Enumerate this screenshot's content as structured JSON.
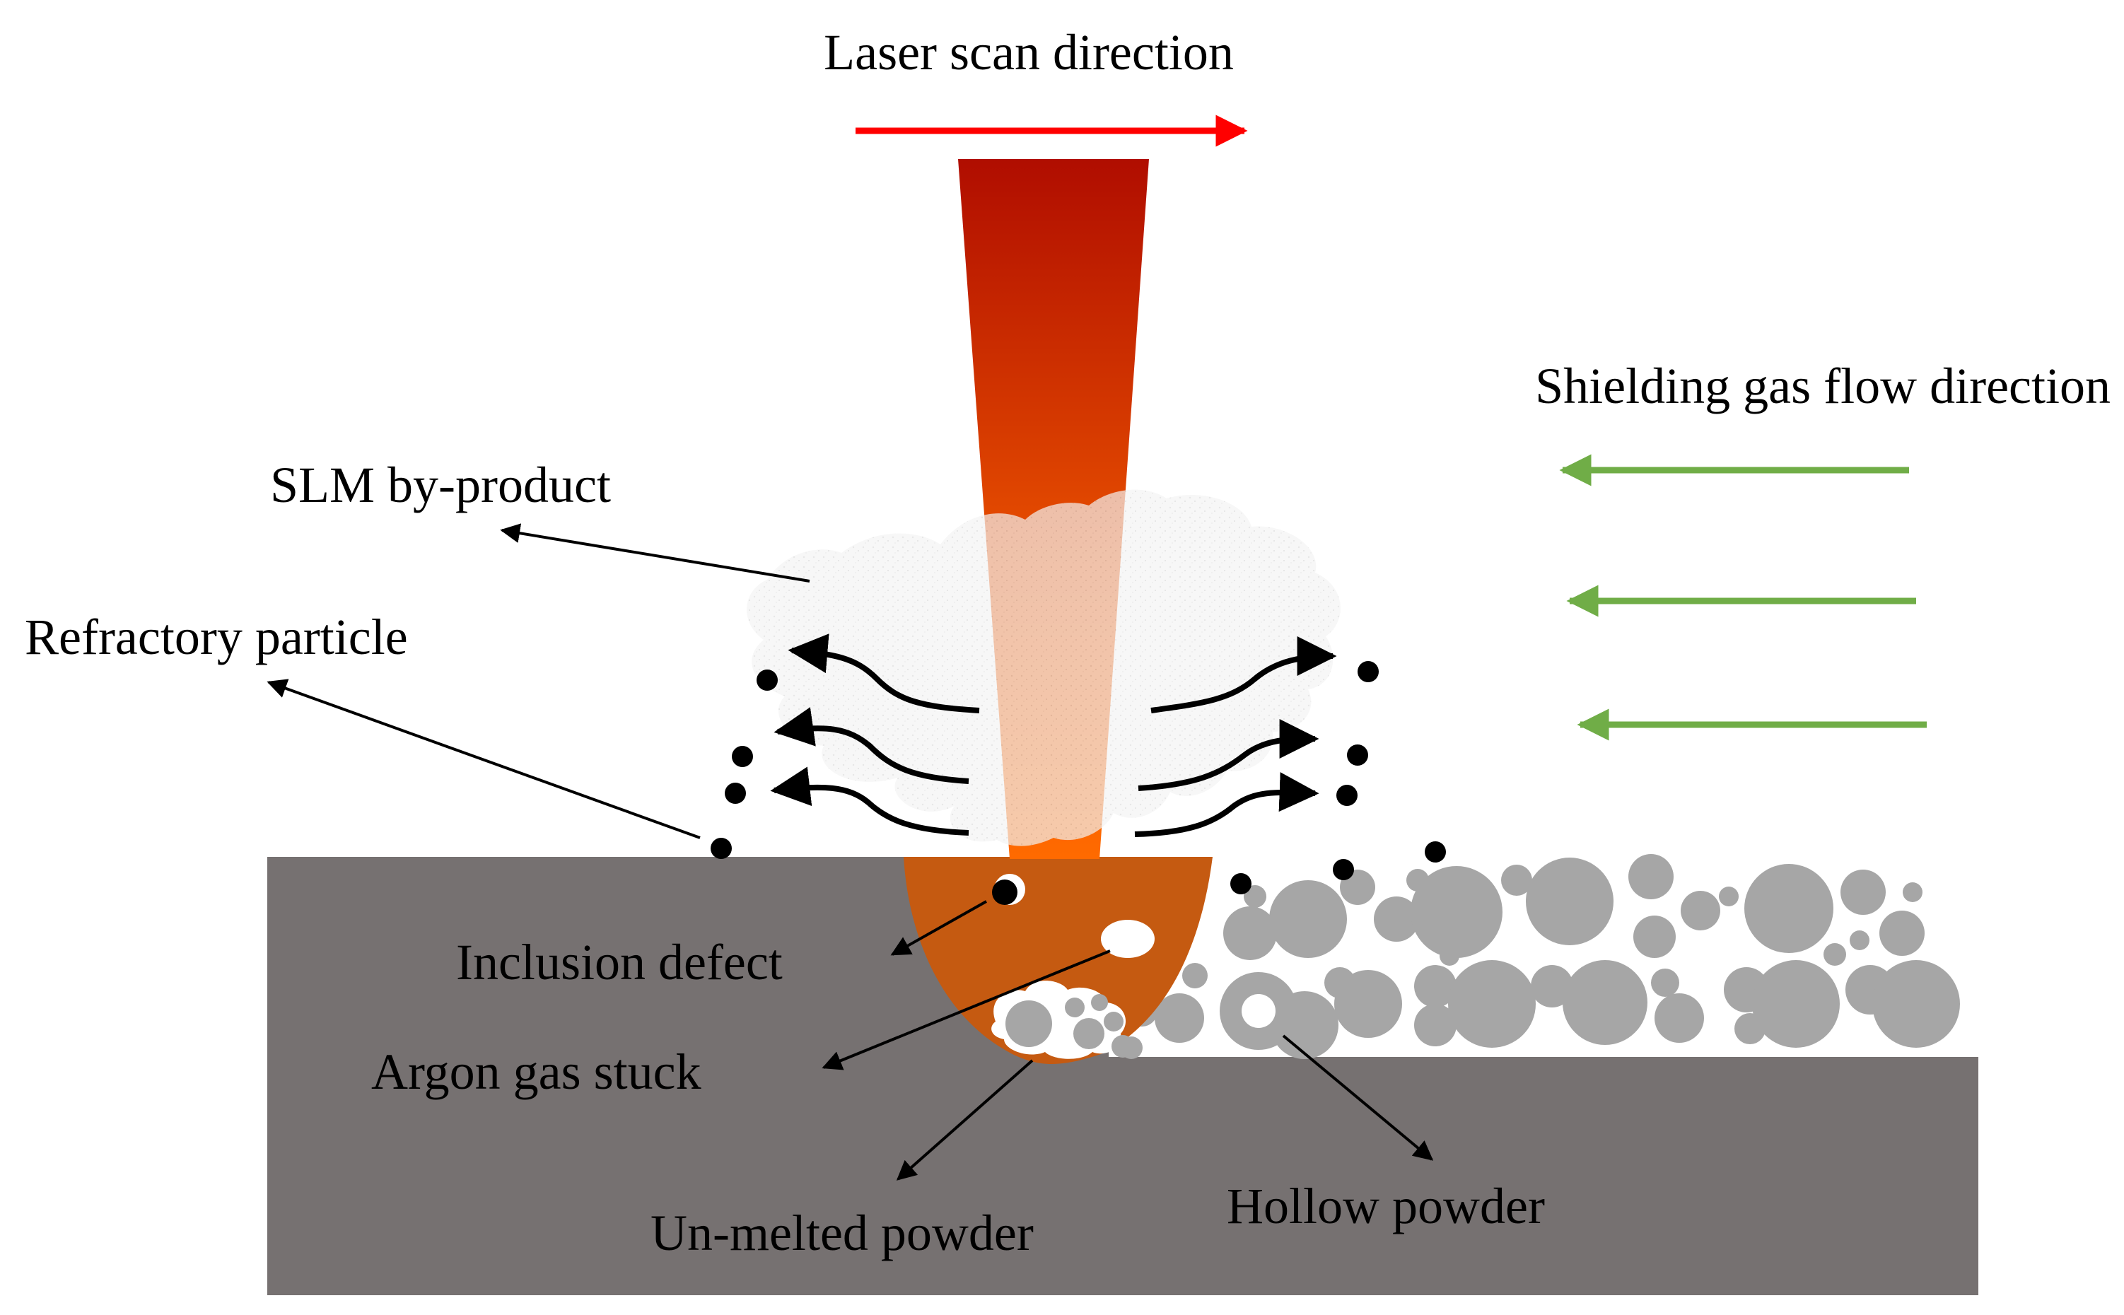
{
  "labels": {
    "laser_scan": "Laser scan direction",
    "shielding_gas": "Shielding gas flow direction",
    "slm_byproduct": "SLM by-product",
    "refractory_particle": "Refractory particle",
    "inclusion_defect": "Inclusion defect",
    "argon_gas": "Argon gas stuck",
    "unmelted_powder": "Un-melted powder",
    "hollow_powder": "Hollow powder"
  },
  "colors": {
    "laser_arrow": "#ff0000",
    "gas_arrow": "#70ad47",
    "substrate": "#767171",
    "melt_pool": "#c55a11",
    "powder": "#a6a6a6",
    "beam_top": "#b00d00",
    "beam_bottom": "#ff6a00",
    "plume": "#f2f2f2",
    "particle": "#000000"
  }
}
